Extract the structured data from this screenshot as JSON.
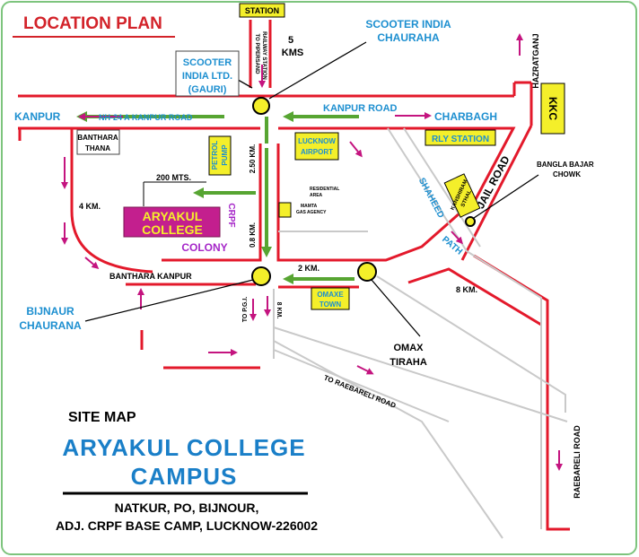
{
  "title": "LOCATION PLAN",
  "labels": {
    "station": "STATION",
    "to_pipersand": "TO PIPERSAND",
    "railway_station": "RAILWAY STATION",
    "dist_5": "5",
    "kms": "KMS",
    "scooter_india_chauraha_1": "SCOOTER INDIA",
    "scooter_india_chauraha_2": "CHAURAHA",
    "scooter_india_ltd_1": "SCOOTER",
    "scooter_india_ltd_2": "INDIA LTD.",
    "scooter_india_ltd_3": "(GAURI)",
    "hazratganj": "HAZRATGANJ",
    "kanpur": "KANPUR",
    "nh24": "NH-24 A KANPUR ROAD",
    "kanpur_road": "KANPUR ROAD",
    "charbagh": "CHARBAGH",
    "kkc": "KKC",
    "banthara_thana_1": "BANTHARA",
    "banthara_thana_2": "THANA",
    "petrol_pump_1": "PETROL",
    "petrol_pump_2": "PUMP",
    "dist_250": "2.50 KM.",
    "lucknow_airport_1": "LUCKNOW",
    "lucknow_airport_2": "AIRPORT",
    "rly_station": "RLY STATION",
    "jail_road": "JAIL ROAD",
    "kanshiram_sthal_1": "KANSHIRAM",
    "kanshiram_sthal_2": "STHAL",
    "bangla_bajar_1": "BANGLA BAJAR",
    "bangla_bajar_2": "CHOWK",
    "dist_200": "200 MTS.",
    "residential_1": "RESIDENTIAL",
    "residential_2": "AREA",
    "mamta_1": "MAMTA",
    "mamta_2": "GAS AGENCY",
    "shaheed": "SHAHEED",
    "path": "PATH",
    "dist_4": "4 KM.",
    "aryakul_1": "ARYAKUL",
    "aryakul_2": "COLLEGE",
    "crpf": "CRPF",
    "colony": "COLONY",
    "dist_08": "0.8 KM.",
    "banthara_kanpur": "BANTHARA KANPUR",
    "dist_2": "2 KM.",
    "omaxe_town_1": "OMAXE",
    "omaxe_town_2": "TOWN",
    "dist_8a": "8 KM.",
    "bijnaur_1": "BIJNAUR",
    "bijnaur_2": "CHAURANA",
    "to_pgi": "TO P.G.I.",
    "dist_8b": "8 KM.",
    "omax_tiraha_1": "OMAX",
    "omax_tiraha_2": "TIRAHA",
    "to_raebareli": "TO RAEBARELI ROAD",
    "raebareli_road": "RAEBARELI ROAD"
  },
  "footer": {
    "site_map": "SITE MAP",
    "college_1": "ARYAKUL COLLEGE",
    "college_2": "CAMPUS",
    "address_1": "NATKUR, PO, BIJNOUR,",
    "address_2": "ADJ. CRPF BASE CAMP, LUCKNOW-226002"
  },
  "colors": {
    "road_red": "#e3192b",
    "arrow_magenta": "#c4147f",
    "arrow_green": "#57a532",
    "label_blue": "#1d8fd0",
    "highlight_yellow": "#f4ef2a",
    "college_box": "#c31f8e",
    "colony_purple": "#a526c8",
    "title_red": "#d3232a",
    "footer_blue": "#1a7fc8",
    "border_green": "#7dc47d"
  }
}
